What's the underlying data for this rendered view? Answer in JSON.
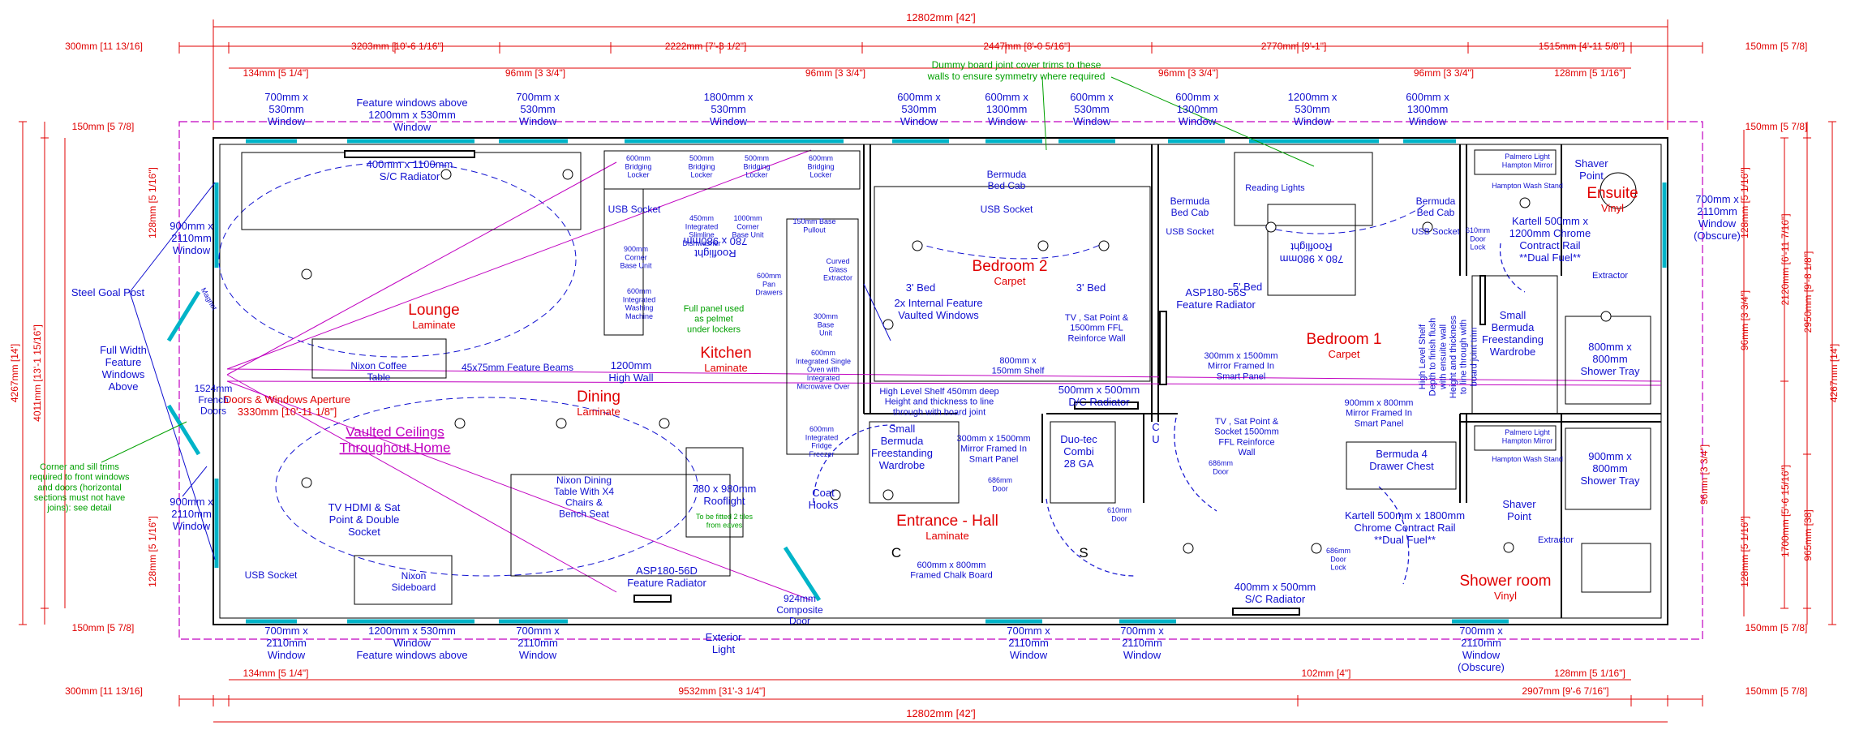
{
  "colors": {
    "dimension": "#e00000",
    "label": "#1010d0",
    "room": "#e00000",
    "note": "#00a000",
    "walls": "#000000",
    "outline": "#c000c0",
    "glazing": "#00b4c8",
    "magenta": "#c000c0"
  },
  "dimensions": {
    "top_overall": "12802mm [42']",
    "bottom_overall": "12802mm [42']",
    "top_row": [
      "300mm [11 13/16]",
      "3203mm [10'-6 1/16\"]",
      "2222mm [7'-3 1/2\"]",
      "2447mm [8'-0 5/16\"]",
      "2770mm [9'-1\"]",
      "1515mm [4'-11 5/8\"]",
      "150mm [5 7/8]"
    ],
    "top_sub": [
      "134mm [5 1/4\"]",
      "96mm [3 3/4\"]",
      "96mm [3 3/4\"]",
      "96mm [3 3/4\"]",
      "96mm [3 3/4\"]",
      "128mm [5 1/16\"]"
    ],
    "bottom_row": [
      "300mm [11 13/16]",
      "9532mm [31'-3 1/4\"]",
      "2907mm [9'-6 7/16\"]",
      "150mm [5 7/8]"
    ],
    "bottom_sub": [
      "134mm [5 1/4\"]",
      "102mm [4\"]",
      "128mm [5 1/16\"]"
    ],
    "left_overall": "4267mm [14']",
    "left_inner": "4011mm [13'-1 15/16\"]",
    "left_small": [
      "150mm [5 7/8]",
      "128mm [5 1/16\"]",
      "128mm [5 1/16\"]",
      "150mm [5 7/8]"
    ],
    "right_overall": "4267mm [14']",
    "right_mid": [
      "2950mm [9'-8 1/8\"]",
      "965mm [38]"
    ],
    "right_inner": [
      "2120mm [6'-11 7/16\"]",
      "1700mm [5'-6 15/16\"]"
    ],
    "right_small": [
      "150mm [5 7/8]",
      "128mm [5 1/16\"]",
      "96mm [3 3/4\"]",
      "96mm [3 3/4\"]",
      "128mm [5 1/16\"]",
      "150mm [5 7/8]"
    ]
  },
  "rooms": {
    "lounge": "Lounge",
    "lounge_floor": "Laminate",
    "dining": "Dining",
    "dining_floor": "Laminate",
    "kitchen": "Kitchen",
    "kitchen_floor": "Laminate",
    "bedroom2": "Bedroom 2",
    "bedroom2_floor": "Carpet",
    "bedroom1": "Bedroom 1",
    "bedroom1_floor": "Carpet",
    "entrance": "Entrance - Hall",
    "entrance_floor": "Laminate",
    "ensuite": "Ensuite",
    "ensuite_floor": "Vinyl",
    "shower": "Shower room",
    "shower_floor": "Vinyl"
  },
  "labels": {
    "win_top_1": "700mm x\n530mm\nWindow",
    "win_top_2": "Feature windows above\n1200mm x 530mm\nWindow",
    "win_top_3": "700mm x\n530mm\nWindow",
    "win_top_4": "1800mm x\n530mm\nWindow",
    "win_top_5": "600mm x\n530mm\nWindow",
    "win_top_6": "600mm x\n1300mm\nWindow",
    "win_top_7": "600mm x\n530mm\nWindow",
    "win_top_8": "600mm x\n1300mm\nWindow",
    "win_top_9": "1200mm x\n530mm\nWindow",
    "win_top_10": "600mm x\n1300mm\nWindow",
    "win_bot_1": "700mm x\n2110mm\nWindow",
    "win_bot_2": "1200mm x 530mm\nWindow\nFeature windows above",
    "win_bot_3": "700mm x\n2110mm\nWindow",
    "win_bot_4": "700mm x\n2110mm\nWindow",
    "win_bot_5": "700mm x\n2110mm\nWindow",
    "win_bot_6": "700mm x\n2110mm\nWindow\n(Obscure)",
    "win_left_1": "900mm x\n2110mm\nWindow",
    "win_left_2": "900mm x\n2110mm\nWindow",
    "win_right": "700mm x\n2110mm\nWindow\n(Obscure)",
    "radiator_lounge": "400mm x 1100mm\nS/C Radiator",
    "steel_goal": "Steel Goal Post",
    "full_width": "Full Width\nFeature\nWindows\nAbove",
    "french_doors": "1524mm\nFrench\nDoors",
    "aperture": "Doors & Windows Aperture\n3330mm [10'-11 1/8\"]",
    "vaulted": "Vaulted Ceilings\nThroughout Home",
    "coffee_table": "Nixon Coffee\nTable",
    "beams": "45x75mm Feature Beams",
    "high_wall": "1200mm\nHigh Wall",
    "tv_hdmi": "TV HDMI & Sat\nPoint & Double\nSocket",
    "sideboard": "Nixon\nSideboard",
    "usb_lounge": "USB Socket",
    "dining_table": "Nixon Dining\nTable With X4\nChairs &\nBench Seat",
    "rooflight_dining": "780 x 980mm\nRooflight",
    "rooflight_note": "To be fitted 2 tiles\nfrom eaves",
    "asp_dining": "ASP180-56D\nFeature Radiator",
    "exterior_light": "Exterior\nLight",
    "composite_door": "924mm\nComposite\nDoor",
    "coat_hooks": "Coat\nHooks",
    "usb_kitchen": "USB Socket",
    "bridging1": "600mm\nBridging\nLocker",
    "bridging2": "500mm\nBridging\nLocker",
    "bridging3": "500mm\nBridging\nLocker",
    "bridging4": "600mm\nBridging\nLocker",
    "corner_base": "900mm\nCorner\nBase Unit",
    "washing": "600mm\nIntegrated\nWashing\nMachine",
    "dishwasher": "450mm\nIntegrated\nSlimline\nDishwasher",
    "corner_base2": "1000mm\nCorner\nBase Unit",
    "rooflight_kitchen": "Rooflight\n780 x 980mm",
    "base_pullout": "150mm Base\nPullout",
    "pan_drawers": "600mm\nPan\nDrawers",
    "curved_extractor": "Curved\nGlass\nExtractor",
    "base_unit": "300mm\nBase\nUnit",
    "oven": "600mm\nIntegrated Single\nOven with\nIntegrated\nMicrowave Over",
    "fridge": "600mm\nIntegrated\nFridge\nFreezer",
    "pelmet_note": "Full panel used\nas pelmet\nunder lockers",
    "dummy_note": "Dummy board joint cover trims to these\nwalls to ensure symmetry where required",
    "corner_note": "Corner and sill trims\nrequired to front windows\nand doors (horizontal\nsections must not have\njoins): see detail",
    "bermuda_bedcab_b2": "Bermuda\nBed Cab",
    "usb_b2": "USB Socket",
    "bed_b2_left": "3' Bed",
    "bed_b2_right": "3' Bed",
    "vaulted_windows": "2x Internal Feature\nVaulted Windows",
    "tv_b2": "TV , Sat Point &\n1500mm FFL\nReinforce Wall",
    "shelf_b2": "800mm x\n150mm Shelf",
    "radiator_dc": "500mm x 500mm\nD/C Radiator",
    "high_shelf": "High Level Shelf 450mm deep\nHeight and thickness to line\nthrough with board joint",
    "wardrobe_hall": "Small\nBermuda\nFreestanding\nWardrobe",
    "mirror_hall": "300mm x 1500mm\nMirror Framed In\nSmart Panel",
    "door686_a": "686mm\nDoor",
    "combi": "Duo-tec\nCombi\n28 GA",
    "cu": "C\nU",
    "door610": "610mm\nDoor",
    "chalk_board": "600mm x 800mm\nFramed Chalk Board",
    "bermuda_bedcab_b1a": "Bermuda\nBed Cab",
    "usb_b1a": "USB Socket",
    "reading_lights": "Reading Lights",
    "bermuda_bedcab_b1b": "Bermuda\nBed Cab",
    "usb_b1b": "USB Socket",
    "rooflight_b1": "780 x 980mm\nRooflight",
    "bed_b1": "5' Bed",
    "asp_b1": "ASP180-56S\nFeature Radiator",
    "mirror_b1": "300mm x 1500mm\nMirror Framed In\nSmart Panel",
    "tv_b1": "TV , Sat Point &\nSocket 1500mm\nFFL Reinforce\nWall",
    "mirror_b1b": "900mm x 800mm\nMirror Framed In\nSmart Panel",
    "door686_b": "686mm\nDoor",
    "drawer_chest": "Bermuda 4\nDrawer Chest",
    "door686_lock": "686mm\nDoor\nLock",
    "radiator_sc": "400mm x 500mm\nS/C Radiator",
    "high_shelf_b1": "High Level Shelf\nDepth to finish flush\nwith ensuite wall\nHeight and thickness\nto line through with\nboard joint trim",
    "wardrobe_b1": "Small\nBermuda\nFreestanding\nWardrobe",
    "door610_lock": "610mm\nDoor\nLock",
    "palmero_1": "Palmero Light\nHampton Mirror",
    "hampton_1": "Hampton Wash Stand",
    "shaver_1": "Shaver\nPoint",
    "kartell_1": "Kartell 500mm x\n1200mm Chrome\nContract Rail\n**Dual Fuel**",
    "extractor_1": "Extractor",
    "tray_1": "800mm x\n800mm\nShower Tray",
    "palmero_2": "Palmero Light\nHampton Mirror",
    "hampton_2": "Hampton Wash Stand",
    "shaver_2": "Shaver\nPoint",
    "kartell_2": "Kartell 500mm x 1800mm\nChrome Contract Rail\n**Dual Fuel**",
    "extractor_2": "Extractor",
    "tray_2": "900mm x\n800mm\nShower Tray",
    "letter_c": "C",
    "letter_s": "S",
    "magnet": "Magnet"
  }
}
